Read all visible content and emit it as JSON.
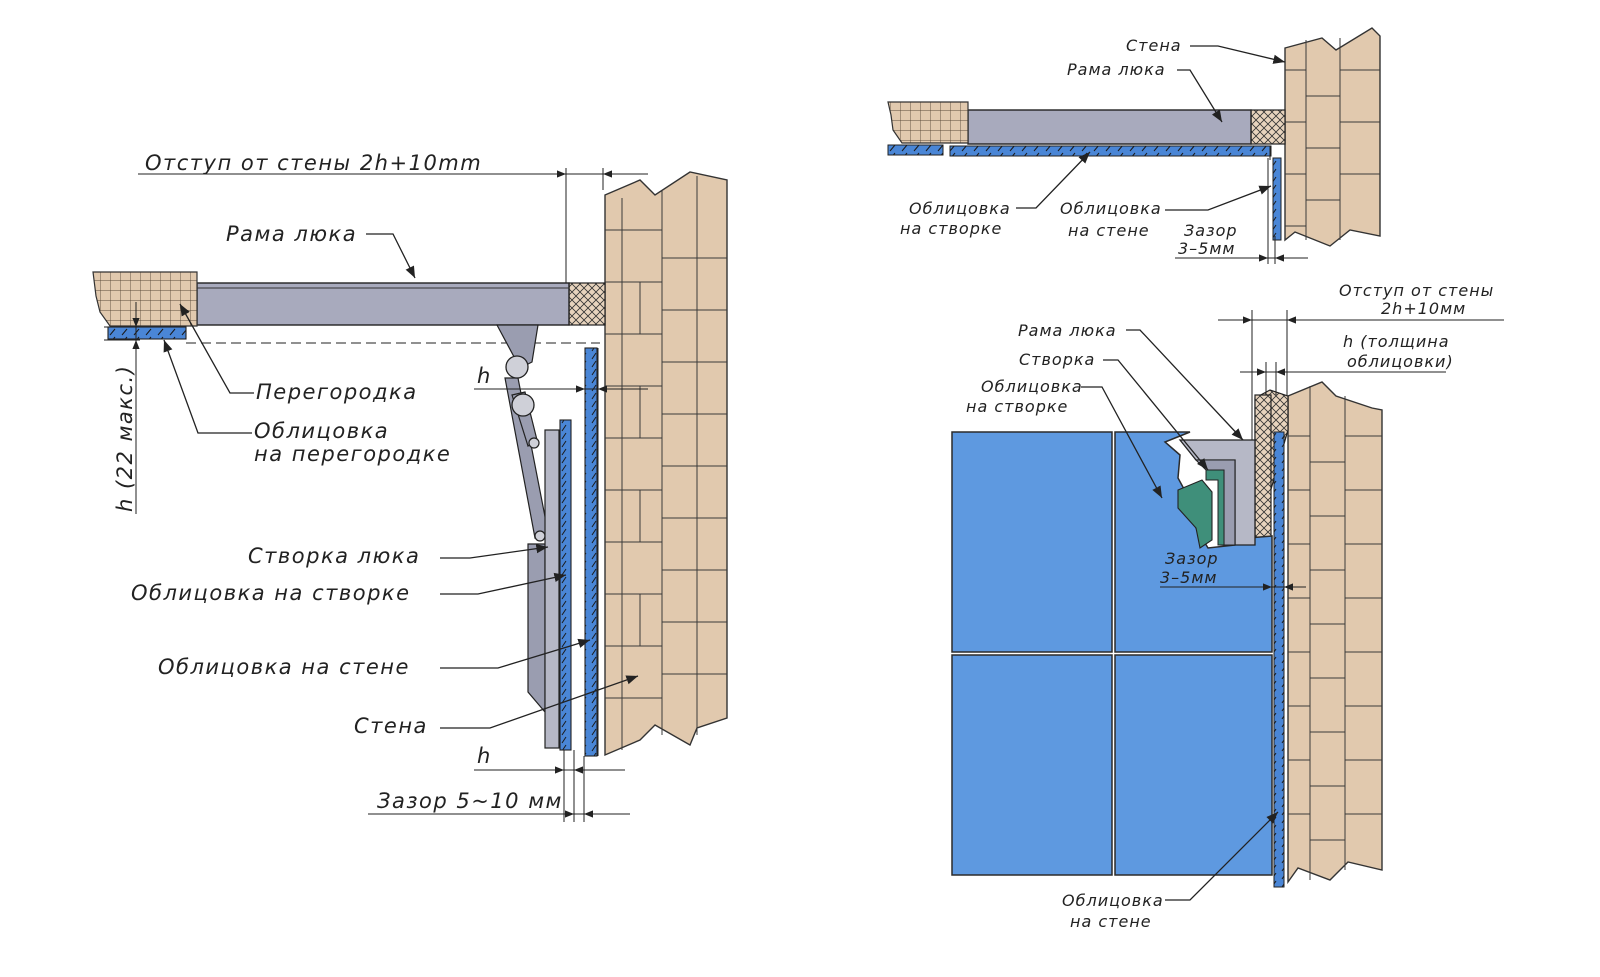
{
  "left_view": {
    "offset_label": "Отступ от стены 2h+10mm",
    "frame_label": "Рама люка",
    "partition_label": "Перегородка",
    "partition_cladding_line1": "Облицовка",
    "partition_cladding_line2": "на перегородке",
    "h_max_label": "h (22 макс.)",
    "h_label_top": "h",
    "door_label": "Створка люка",
    "door_cladding_label": "Облицовка на створке",
    "wall_cladding_label": "Облицовка на стене",
    "wall_label": "Стена",
    "h_label_bottom": "h",
    "gap_label": "Зазор 5~10 мм"
  },
  "top_right_view": {
    "wall_label": "Стена",
    "frame_label": "Рама люка",
    "door_cladding_line1": "Облицовка",
    "door_cladding_line2": "на створке",
    "wall_cladding_line1": "Облицовка",
    "wall_cladding_line2": "на стене",
    "gap_line1": "Зазор",
    "gap_line2": "3–5мм"
  },
  "bottom_right_view": {
    "offset_line1": "Отступ от стены",
    "offset_line2": "2h+10мм",
    "h_thickness_line1": "h (толщина",
    "h_thickness_line2": "облицовки)",
    "frame_label": "Рама люка",
    "door_label": "Створка",
    "door_cladding_line1": "Облицовка",
    "door_cladding_line2": "на створке",
    "gap_line1": "Зазор",
    "gap_line2": "3–5мм",
    "wall_cladding_line1": "Облицовка",
    "wall_cladding_line2": "на стене"
  },
  "colors": {
    "brick": "#e1c9ae",
    "frame_steel": "#a8aabd",
    "cladding_blue": "#4a86d6",
    "panel_blue": "#5e99e0",
    "gasket_green": "#3f8f7a",
    "ink": "#222222"
  }
}
